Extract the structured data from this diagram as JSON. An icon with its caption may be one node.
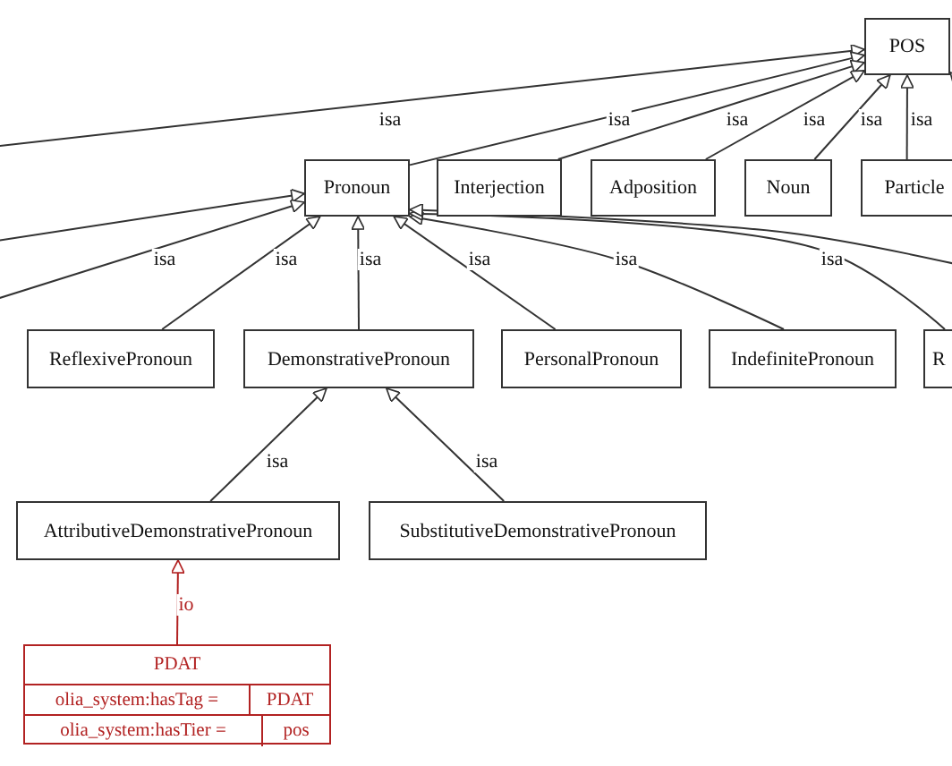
{
  "diagram": {
    "nodes": [
      {
        "text": [
          "POS"
        ]
      },
      {
        "text": [
          "Pronoun"
        ]
      },
      {
        "text": [
          "Interjection"
        ]
      },
      {
        "text": [
          "Adposition"
        ]
      },
      {
        "text": [
          "Noun"
        ]
      },
      {
        "text": [
          "Particle"
        ]
      },
      {
        "text": [
          "ReflexivePronoun"
        ]
      },
      {
        "text": [
          "DemonstrativePronoun"
        ]
      },
      {
        "text": [
          "PersonalPronoun"
        ]
      },
      {
        "text": [
          "IndefinitePronoun"
        ]
      },
      {
        "text": [
          "R"
        ]
      },
      {
        "text": [
          "AttributiveDemonstrativePronoun"
        ]
      },
      {
        "text": [
          "SubstitutiveDemonstrativePronoun"
        ]
      },
      {
        "text": [
          "PDAT",
          "olia_system:hasTag =",
          "PDAT",
          "olia_system:hasTier =",
          "pos"
        ]
      }
    ],
    "edges": [
      {
        "from": null,
        "to": 0,
        "arrow": "to",
        "label": "isa"
      },
      {
        "from": 1,
        "to": 0,
        "arrow": "to",
        "label": "isa"
      },
      {
        "from": 2,
        "to": 0,
        "arrow": "to",
        "label": "isa"
      },
      {
        "from": 3,
        "to": 0,
        "arrow": "to",
        "label": "isa"
      },
      {
        "from": 4,
        "to": 0,
        "arrow": "to",
        "label": "isa"
      },
      {
        "from": 5,
        "to": 0,
        "arrow": "to",
        "label": "isa"
      },
      {
        "from": null,
        "to": 0,
        "arrow": "to"
      },
      {
        "from": null,
        "to": 1,
        "arrow": "to"
      },
      {
        "from": null,
        "to": 1,
        "arrow": "to",
        "label": "isa"
      },
      {
        "from": 6,
        "to": 1,
        "arrow": "to",
        "label": "isa"
      },
      {
        "from": 7,
        "to": 1,
        "arrow": "to",
        "label": "isa"
      },
      {
        "from": 8,
        "to": 1,
        "arrow": "to",
        "label": "isa"
      },
      {
        "from": 9,
        "to": 1,
        "arrow": "to",
        "label": "isa"
      },
      {
        "from": 10,
        "to": 1,
        "arrow": "to",
        "label": "isa"
      },
      {
        "from": null,
        "to": 1,
        "arrow": "to"
      },
      {
        "from": 11,
        "to": 7,
        "arrow": "to",
        "label": "isa"
      },
      {
        "from": 12,
        "to": 7,
        "arrow": "to",
        "label": "isa"
      },
      {
        "from": 13,
        "to": 11,
        "arrow": "to",
        "label": "io",
        "color": "#b22222"
      }
    ]
  }
}
